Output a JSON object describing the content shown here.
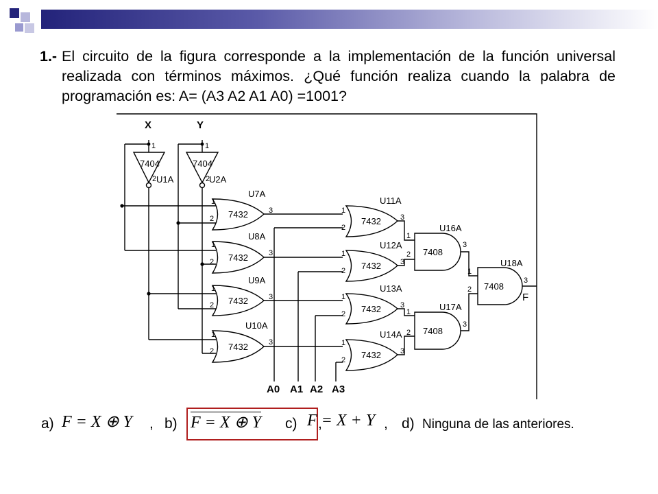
{
  "question": {
    "number": "1.-",
    "text": "El circuito de la figura corresponde a la implementación de la función universal realizada con términos máximos. ¿Qué función realiza cuando la palabra de programación es: A= (A3 A2 A1 A0) =1001?"
  },
  "circuit": {
    "inputs": [
      "X",
      "Y"
    ],
    "inverters": [
      {
        "chip": "7404",
        "ref": "U1A",
        "pin_in": "1",
        "pin_out": "2"
      },
      {
        "chip": "7404",
        "ref": "U2A",
        "pin_in": "1",
        "pin_out": "2"
      }
    ],
    "or_gates_stage1": [
      {
        "ref": "U7A",
        "chip": "7432",
        "pins": [
          "1",
          "2",
          "3"
        ]
      },
      {
        "ref": "U8A",
        "chip": "7432",
        "pins": [
          "1",
          "2",
          "3"
        ]
      },
      {
        "ref": "U9A",
        "chip": "7432",
        "pins": [
          "1",
          "2",
          "3"
        ]
      },
      {
        "ref": "U10A",
        "chip": "7432",
        "pins": [
          "1",
          "2",
          "3"
        ]
      }
    ],
    "or_gates_stage2": [
      {
        "ref": "U11A",
        "chip": "7432",
        "pins": [
          "1",
          "2",
          "3"
        ]
      },
      {
        "ref": "U12A",
        "chip": "7432",
        "pins": [
          "1",
          "2",
          "3"
        ]
      },
      {
        "ref": "U13A",
        "chip": "7432",
        "pins": [
          "1",
          "2",
          "3"
        ]
      },
      {
        "ref": "U14A",
        "chip": "7432",
        "pins": [
          "1",
          "2",
          "3"
        ]
      }
    ],
    "and_gates": [
      {
        "ref": "U16A",
        "chip": "7408",
        "pins": [
          "1",
          "2",
          "3"
        ]
      },
      {
        "ref": "U17A",
        "chip": "7408",
        "pins": [
          "1",
          "2",
          "3"
        ]
      },
      {
        "ref": "U18A",
        "chip": "7408",
        "pins": [
          "1",
          "2",
          "3"
        ]
      }
    ],
    "output": "F",
    "programming_inputs": [
      "A0",
      "A1",
      "A2",
      "A3"
    ]
  },
  "answers": [
    {
      "label": "a)",
      "formula_left": "F = X ⊕ Y",
      "separator": ","
    },
    {
      "label": "b)",
      "formula_left": "F = X ⊕ Y",
      "separator": ",",
      "selected": true
    },
    {
      "label": "c)",
      "formula_left": "F = X + Y",
      "separator": ","
    },
    {
      "label": "d)",
      "text": "Ninguna de las anteriores."
    }
  ],
  "colors": {
    "selection": "#b01e1e"
  }
}
